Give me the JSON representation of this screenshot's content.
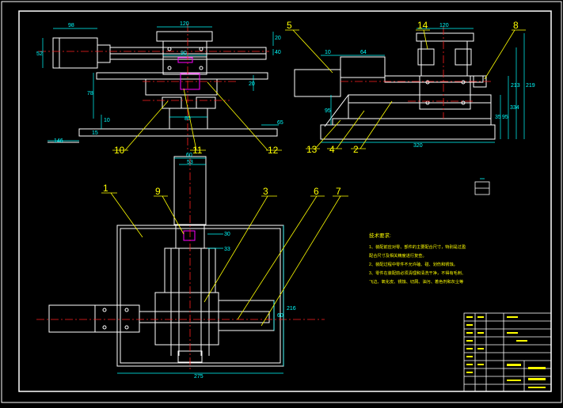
{
  "drawing": {
    "colors": {
      "background": "#000000",
      "outline": "#ffffff",
      "dimension": "#00ffff",
      "leader": "#ffff00",
      "centerline": "#ff2020",
      "callout": "#ffff00",
      "accent": "#ff00ff",
      "notes": "#ffff00"
    },
    "part_numbers": [
      "1",
      "2",
      "3",
      "4",
      "5",
      "6",
      "7",
      "8",
      "9",
      "10",
      "11",
      "12",
      "13",
      "14"
    ],
    "dimensions": {
      "front": [
        "98",
        "120",
        "52",
        "90",
        "20",
        "78",
        "80",
        "15",
        "10",
        "146",
        "65",
        "40",
        "20"
      ],
      "side": [
        "120",
        "10",
        "64",
        "95",
        "35",
        "213",
        "219",
        "334",
        "95",
        "320"
      ],
      "plan": [
        "60",
        "53",
        "30",
        "33",
        "216",
        "60",
        "275"
      ]
    },
    "technical_requirements": {
      "heading": "技术要求:",
      "lines": [
        "1、装配前应对零、部件的主要配合尺寸，特别是过盈",
        "配合尺寸及相关精度进行复查。",
        "2、装配过程中零件不允许磕、碰、划伤和锈蚀。",
        "3、零件在装配前必须清理和清洗干净，不得有毛刺、",
        "飞边、氧化皮、锈蚀、切屑、油污、着色剂和灰尘等"
      ]
    }
  }
}
